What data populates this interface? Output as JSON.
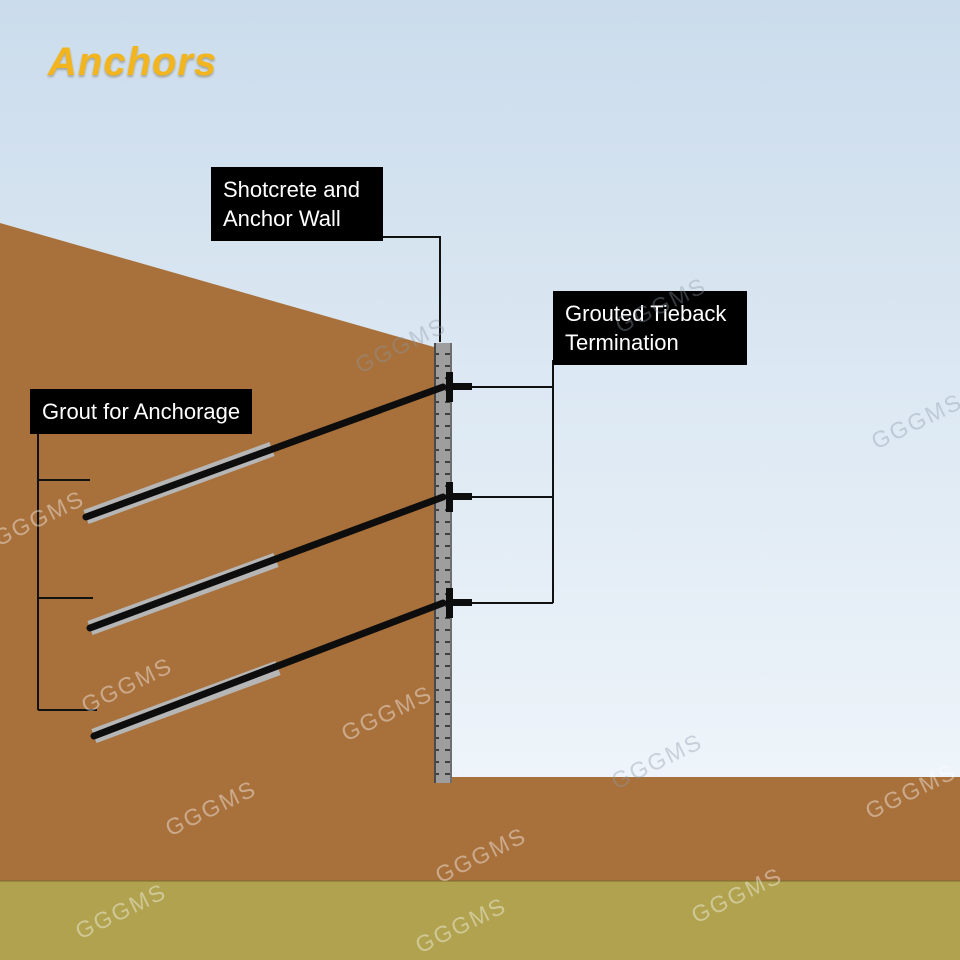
{
  "title": "Anchors",
  "labels": {
    "shotcrete": "Shotcrete and Anchor Wall",
    "tieback": "Grouted Tieback Termination",
    "grout": "Grout for Anchorage"
  },
  "watermark": {
    "text": "GGGMS"
  },
  "colors": {
    "title": "#f2b51d",
    "sky_top": "#cbdcec",
    "sky_bottom": "#f6fafd",
    "soil": "#a8713c",
    "subsoil": "#b0a24e",
    "wall": "#9e9e9e",
    "wall_tick": "#3f3f3f",
    "grout_sleeve": "#b6b6b6",
    "anchor_rod": "#0d0d0d",
    "leader": "#111111",
    "label_bg": "#000000",
    "label_fg": "#ffffff"
  }
}
